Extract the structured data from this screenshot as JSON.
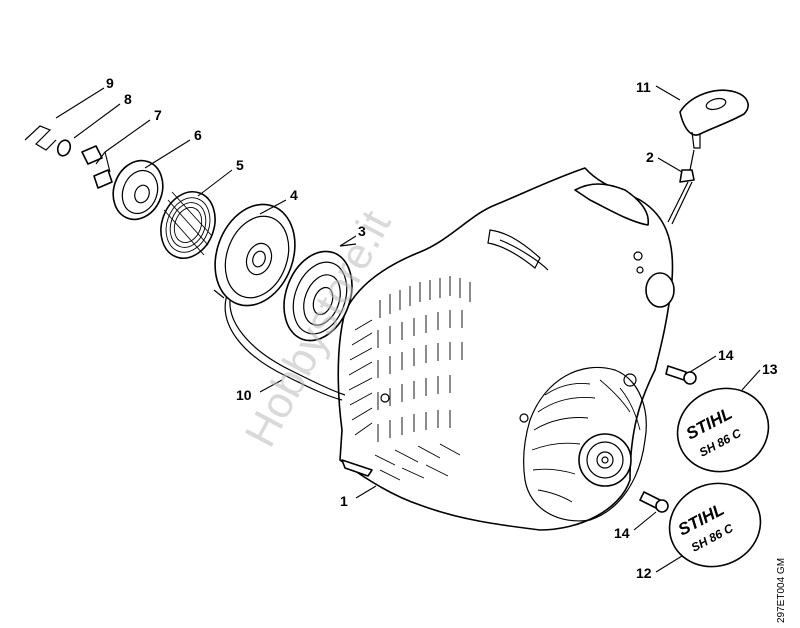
{
  "callouts": [
    {
      "id": "9",
      "label": "9"
    },
    {
      "id": "8",
      "label": "8"
    },
    {
      "id": "7",
      "label": "7"
    },
    {
      "id": "6",
      "label": "6"
    },
    {
      "id": "5",
      "label": "5"
    },
    {
      "id": "4",
      "label": "4"
    },
    {
      "id": "3",
      "label": "3"
    },
    {
      "id": "10",
      "label": "10"
    },
    {
      "id": "1",
      "label": "1"
    },
    {
      "id": "11",
      "label": "11"
    },
    {
      "id": "2",
      "label": "2"
    },
    {
      "id": "14a",
      "label": "14"
    },
    {
      "id": "13",
      "label": "13"
    },
    {
      "id": "14b",
      "label": "14"
    },
    {
      "id": "12",
      "label": "12"
    }
  ],
  "reference_code": "297ET004 GM",
  "watermark": "Hobbystore.it",
  "logos": {
    "brand": "STIHL",
    "model": "SH 86 C"
  }
}
